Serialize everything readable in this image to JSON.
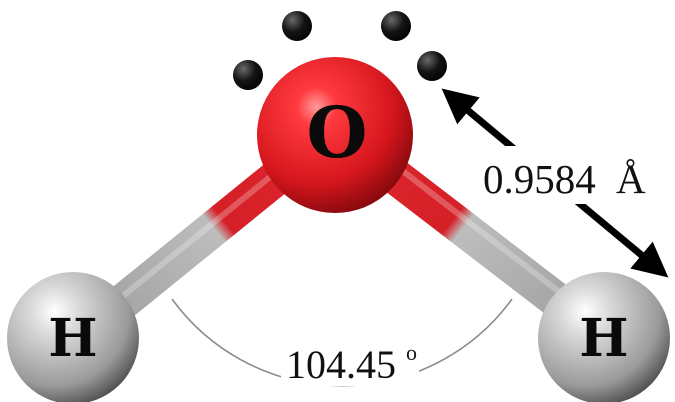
{
  "molecule": {
    "atoms": {
      "oxygen": {
        "symbol": "O",
        "color": "#e0222a"
      },
      "hydrogen_left": {
        "symbol": "H",
        "color": "#b9b9b9"
      },
      "hydrogen_right": {
        "symbol": "H",
        "color": "#b9b9b9"
      }
    },
    "bond_length": {
      "value": "0.9584",
      "unit": "Å"
    },
    "bond_angle": {
      "value": "104.45",
      "unit": "o"
    },
    "lone_pair_electron_count": 4
  }
}
